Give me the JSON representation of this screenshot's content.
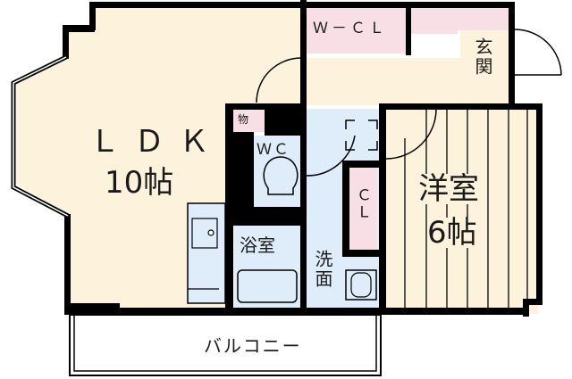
{
  "floor_plan": {
    "colors": {
      "living_floor": "#fdf3dd",
      "wet_area": "#deedf9",
      "storage": "#f8dfe6",
      "wall": "#000000",
      "balcony": "#ffffff"
    },
    "rooms": {
      "ldk": {
        "name": "ＬＤＫ",
        "size": "10帖"
      },
      "western_room": {
        "name": "洋室",
        "size": "6帖"
      },
      "walk_in_closet": {
        "name": "Ｗ－ＣＬ"
      },
      "entrance": {
        "name": "玄関"
      },
      "wc": {
        "name": "ＷＣ"
      },
      "bathroom": {
        "name": "浴室"
      },
      "washroom": {
        "name": "洗面"
      },
      "closet": {
        "name": "ＣＬ"
      },
      "storage": {
        "name": "物"
      },
      "balcony": {
        "name": "バルコニー"
      }
    }
  }
}
